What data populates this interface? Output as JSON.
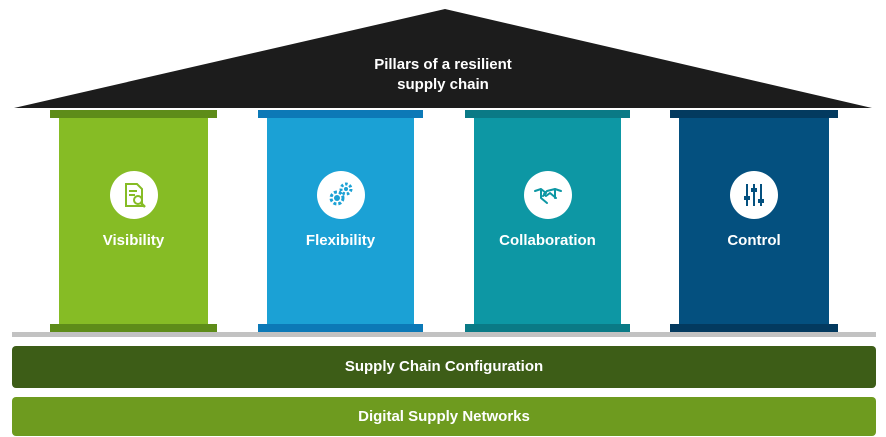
{
  "roof": {
    "title_line1": "Pillars of a resilient",
    "title_line2": "supply chain",
    "color": "#1c1c1c"
  },
  "pillars": [
    {
      "label": "Visibility",
      "icon": "document-search-icon",
      "color": "#86bc25",
      "cap": "#5e8c19"
    },
    {
      "label": "Flexibility",
      "icon": "gears-icon",
      "color": "#1ba1d5",
      "cap": "#0c79b7"
    },
    {
      "label": "Collaboration",
      "icon": "handshake-icon",
      "color": "#0d97a4",
      "cap": "#0a7a86"
    },
    {
      "label": "Control",
      "icon": "sliders-icon",
      "color": "#04507f",
      "cap": "#033a5f"
    }
  ],
  "bands": {
    "configuration": "Supply Chain Configuration",
    "networks": "Digital Supply Networks"
  }
}
